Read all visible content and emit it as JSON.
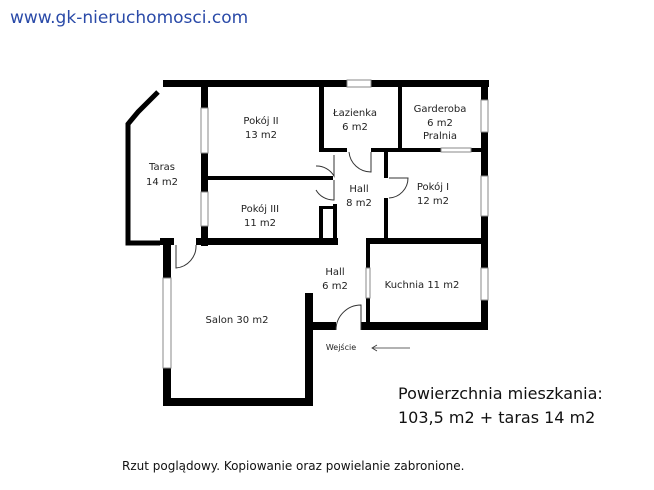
{
  "website": "www.gk-nieruchomosci.com",
  "rooms": {
    "taras": {
      "name": "Taras",
      "area": "14 m2"
    },
    "pokoj2": {
      "name": "Pokój II",
      "area": "13 m2"
    },
    "lazienka": {
      "name": "Łazienka",
      "area": "6 m2"
    },
    "garderoba": {
      "name": "Garderoba",
      "area": "6 m2",
      "extra": "Pralnia"
    },
    "pokoj3": {
      "name": "Pokój III",
      "area": "11 m2"
    },
    "hall1": {
      "name": "Hall",
      "area": "8 m2"
    },
    "pokoj1": {
      "name": "Pokój I",
      "area": "12 m2"
    },
    "hall2": {
      "name": "Hall",
      "area": "6 m2"
    },
    "kuchnia": {
      "label": "Kuchnia 11 m2"
    },
    "salon": {
      "label": "Salon 30 m2"
    }
  },
  "entrance": "Wejście",
  "total_area": {
    "line1": "Powierzchnia mieszkania:",
    "line2": "103,5 m2 + taras 14 m2"
  },
  "footer_note": "Rzut poglądowy. Kopiowanie oraz powielanie zabronione."
}
